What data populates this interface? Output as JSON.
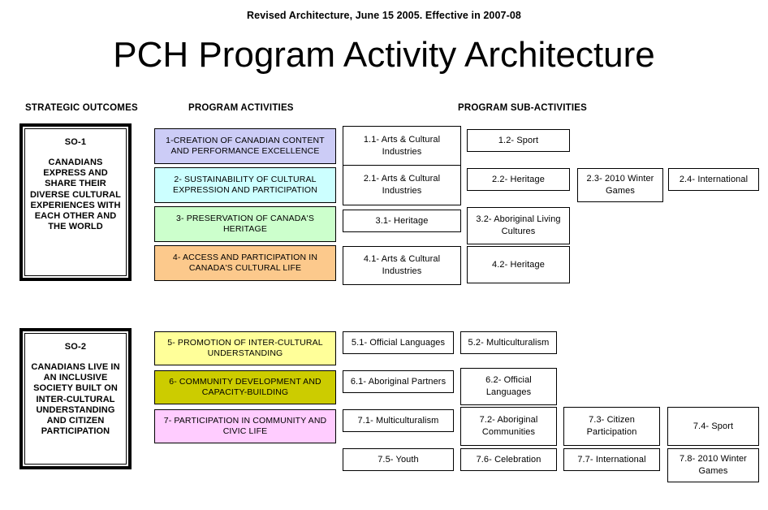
{
  "header": {
    "revision_note": "Revised Architecture, June 15 2005. Effective in 2007-08",
    "title": "PCH Program Activity Architecture"
  },
  "columns": {
    "strategic_outcomes": "STRATEGIC OUTCOMES",
    "program_activities": "PROGRAM ACTIVITIES",
    "program_sub_activities": "PROGRAM SUB-ACTIVITIES"
  },
  "colors": {
    "activity_1": "#ccccf6",
    "activity_2": "#ccffff",
    "activity_3": "#ccffcc",
    "activity_4": "#fcc98c",
    "activity_5": "#ffff99",
    "activity_6": "#cccc00",
    "activity_7": "#ffccff",
    "box_border": "#000000",
    "background": "#ffffff"
  },
  "strategic_outcomes": [
    {
      "id": "SO-1",
      "text": "CANADIANS EXPRESS AND SHARE THEIR DIVERSE CULTURAL EXPERIENCES WITH EACH OTHER AND THE WORLD"
    },
    {
      "id": "SO-2",
      "text": "CANADIANS LIVE IN AN INCLUSIVE SOCIETY BUILT ON INTER-CULTURAL UNDERSTANDING AND CITIZEN PARTICIPATION"
    }
  ],
  "program_activities": [
    {
      "label": "1-CREATION OF CANADIAN CONTENT AND PERFORMANCE EXCELLENCE"
    },
    {
      "label": "2- SUSTAINABILITY OF CULTURAL EXPRESSION AND PARTICIPATION"
    },
    {
      "label": "3- PRESERVATION OF CANADA'S HERITAGE"
    },
    {
      "label": "4- ACCESS AND PARTICIPATION IN CANADA'S CULTURAL LIFE"
    },
    {
      "label": "5- PROMOTION OF INTER-CULTURAL UNDERSTANDING"
    },
    {
      "label": "6- COMMUNITY DEVELOPMENT AND CAPACITY-BUILDING"
    },
    {
      "label": "7- PARTICIPATION IN COMMUNITY AND CIVIC LIFE"
    }
  ],
  "sub_activities": [
    {
      "label": "1.1- Arts & Cultural Industries"
    },
    {
      "label": "1.2- Sport"
    },
    {
      "label": "2.1- Arts & Cultural Industries"
    },
    {
      "label": "2.2- Heritage"
    },
    {
      "label": "2.3- 2010 Winter Games"
    },
    {
      "label": "2.4- International"
    },
    {
      "label": "3.1- Heritage"
    },
    {
      "label": "3.2- Aboriginal Living Cultures"
    },
    {
      "label": "4.1- Arts & Cultural Industries"
    },
    {
      "label": "4.2- Heritage"
    },
    {
      "label": "5.1- Official Languages"
    },
    {
      "label": "5.2- Multiculturalism"
    },
    {
      "label": "6.1- Aboriginal Partners"
    },
    {
      "label": "6.2- Official Languages"
    },
    {
      "label": "7.1- Multiculturalism"
    },
    {
      "label": "7.2- Aboriginal Communities"
    },
    {
      "label": "7.3- Citizen Participation"
    },
    {
      "label": "7.4- Sport"
    },
    {
      "label": "7.5- Youth"
    },
    {
      "label": "7.6- Celebration"
    },
    {
      "label": "7.7- International"
    },
    {
      "label": "7.8- 2010 Winter Games"
    }
  ]
}
